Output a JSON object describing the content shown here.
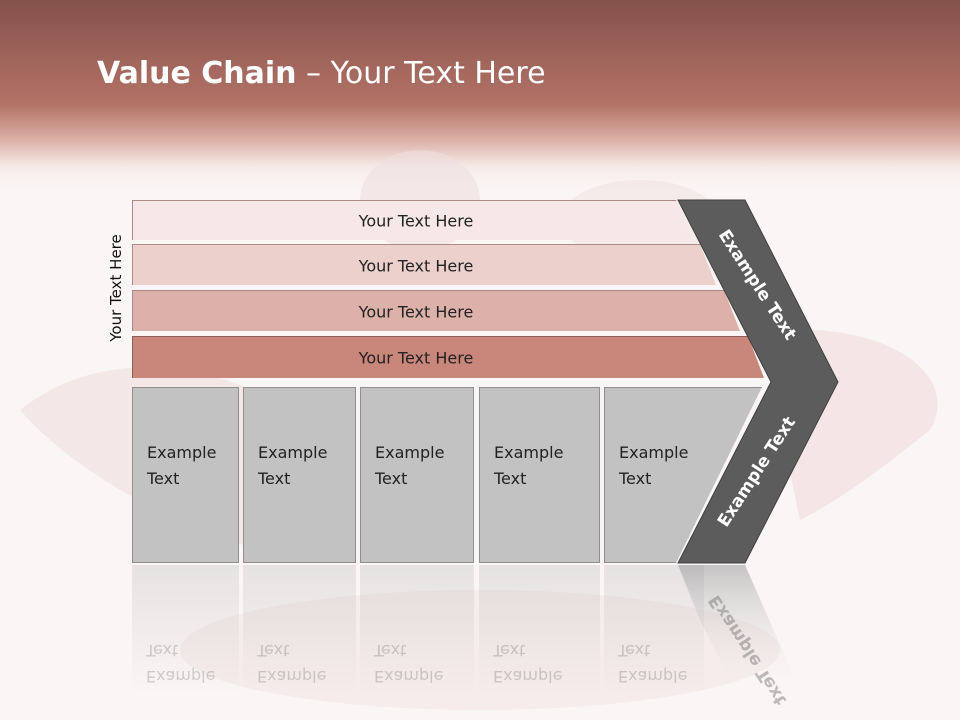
{
  "title": {
    "bold": "Value Chain",
    "rest": " – Your Text Here"
  },
  "side_label": "Your Text Here",
  "rows": [
    {
      "label": "Your Text Here"
    },
    {
      "label": "Your Text Here"
    },
    {
      "label": "Your Text Here"
    },
    {
      "label": "Your Text Here"
    }
  ],
  "boxes": [
    {
      "line1": "Example",
      "line2": "Text"
    },
    {
      "line1": "Example",
      "line2": "Text"
    },
    {
      "line1": "Example",
      "line2": "Text"
    },
    {
      "line1": "Example",
      "line2": "Text"
    },
    {
      "line1": "Example",
      "line2": "Text"
    }
  ],
  "arrow": {
    "upper_text": "Example Text",
    "lower_text": "Example Text"
  },
  "colors": {
    "header": "#b37367",
    "row4": "#c9867a",
    "arrow": "#5c5c5c",
    "box": "#c2c2c2"
  }
}
